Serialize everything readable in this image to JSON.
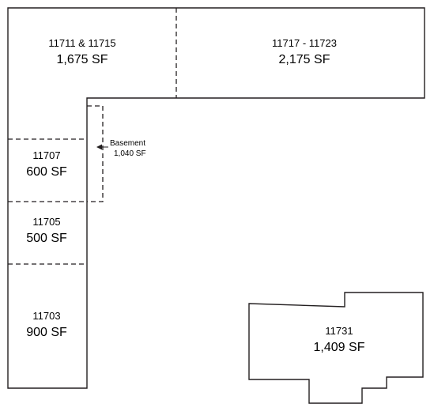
{
  "units": [
    {
      "id": "11711-11715",
      "number": "11711 & 11715",
      "area": "1,675 SF"
    },
    {
      "id": "11717-11723",
      "number": "11717 - 11723",
      "area": "2,175 SF"
    },
    {
      "id": "11707",
      "number": "11707",
      "area": "600 SF"
    },
    {
      "id": "11705",
      "number": "11705",
      "area": "500 SF"
    },
    {
      "id": "11703",
      "number": "11703",
      "area": "900 SF"
    },
    {
      "id": "11731",
      "number": "11731",
      "area": "1,409 SF"
    }
  ],
  "basement": {
    "label": "Basement",
    "area": "1,040 SF"
  },
  "colors": {
    "line": "#231f20",
    "background": "#ffffff"
  }
}
